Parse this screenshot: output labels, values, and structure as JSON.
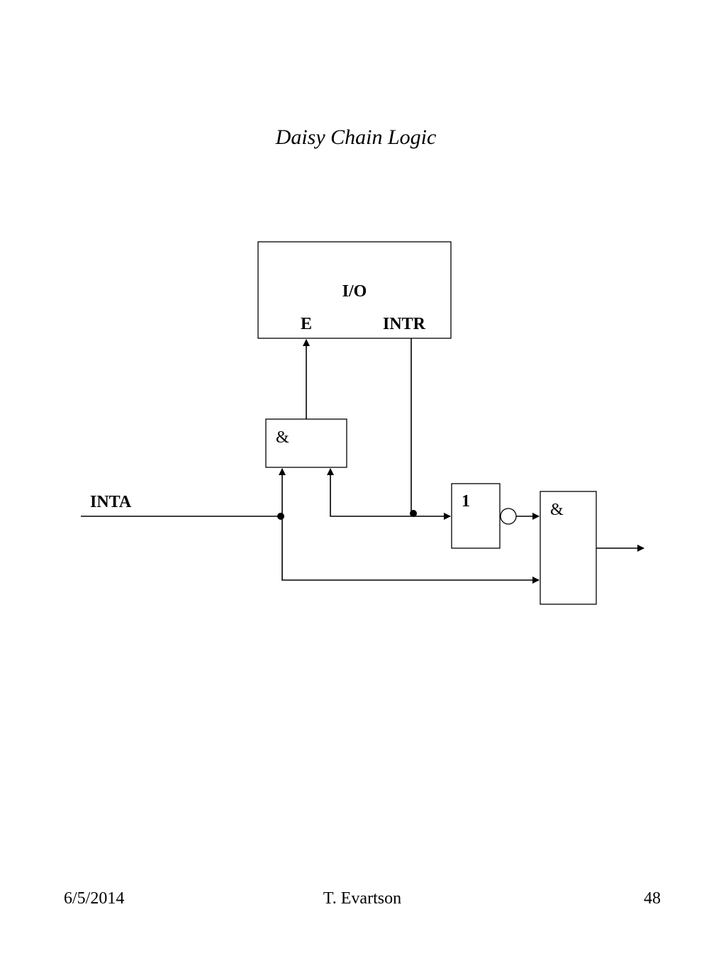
{
  "title": "Daisy Chain Logic",
  "diagram": {
    "io_block": {
      "label": "I/O",
      "enable_port": "E",
      "interrupt_port": "INTR"
    },
    "and_gate_top": {
      "label": "&"
    },
    "or_gate": {
      "label": "1"
    },
    "and_gate_right": {
      "label": "&"
    },
    "input_signal": "INTA"
  },
  "footer": {
    "date": "6/5/2014",
    "author": "T. Evartson",
    "page": "48"
  }
}
